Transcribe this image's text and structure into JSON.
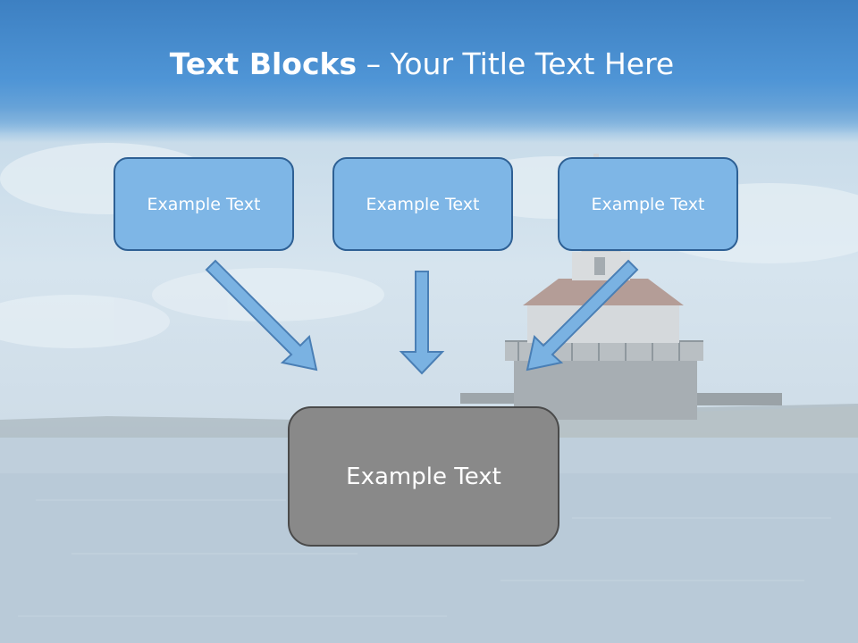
{
  "slide": {
    "title_bold": "Text Blocks",
    "title_rest": " – Your Title Text Here"
  },
  "boxes": {
    "top": [
      {
        "label": "Example Text"
      },
      {
        "label": "Example Text"
      },
      {
        "label": "Example Text"
      }
    ],
    "bottom": {
      "label": "Example Text"
    }
  },
  "colors": {
    "header": "#4a8fcf",
    "top_box_fill": "#7eb6e6",
    "top_box_border": "#2e6094",
    "bottom_box_fill": "#898989",
    "arrow_fill": "#7ab2e2",
    "arrow_stroke": "#4a7fb5"
  }
}
